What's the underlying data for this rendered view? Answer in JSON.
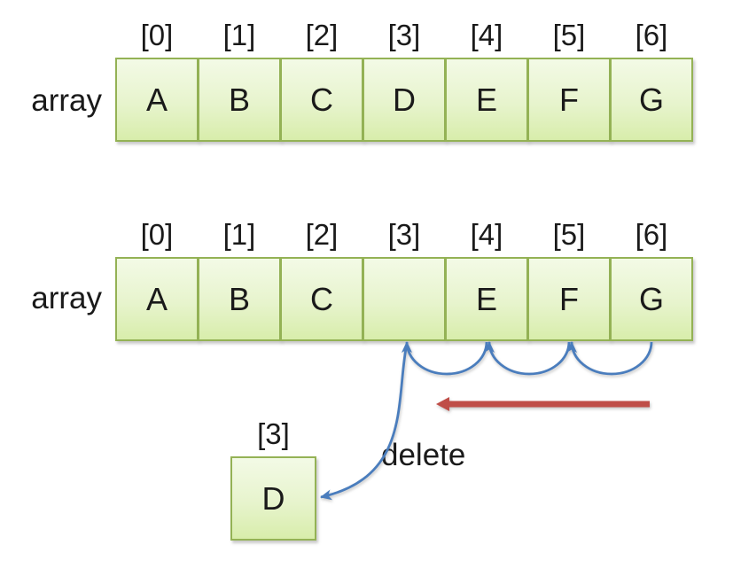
{
  "arrays": [
    {
      "label": "array",
      "indices": [
        "[0]",
        "[1]",
        "[2]",
        "[3]",
        "[4]",
        "[5]",
        "[6]"
      ],
      "cells": [
        "A",
        "B",
        "C",
        "D",
        "E",
        "F",
        "G"
      ]
    },
    {
      "label": "array",
      "indices": [
        "[0]",
        "[1]",
        "[2]",
        "[3]",
        "[4]",
        "[5]",
        "[6]"
      ],
      "cells": [
        "A",
        "B",
        "C",
        "",
        "E",
        "F",
        "G"
      ]
    }
  ],
  "deleted_element": {
    "index_label": "[3]",
    "value": "D"
  },
  "annotations": {
    "delete_label": "delete"
  },
  "icons": [
    "shift-arc-4-to-3-icon",
    "shift-arc-5-to-4-icon",
    "shift-arc-6-to-5-icon",
    "shift-direction-left-arrow-icon",
    "delete-curve-arrow-icon"
  ],
  "colors": {
    "cell_border": "#94b255",
    "cell_fill_top": "#f3fae6",
    "cell_fill_mid": "#e7f4cd",
    "cell_fill_bottom": "#d8edab",
    "arrow_blue": "#4a7dbd",
    "arrow_red": "#bf4e48",
    "text_color": "#1a1a1a"
  }
}
